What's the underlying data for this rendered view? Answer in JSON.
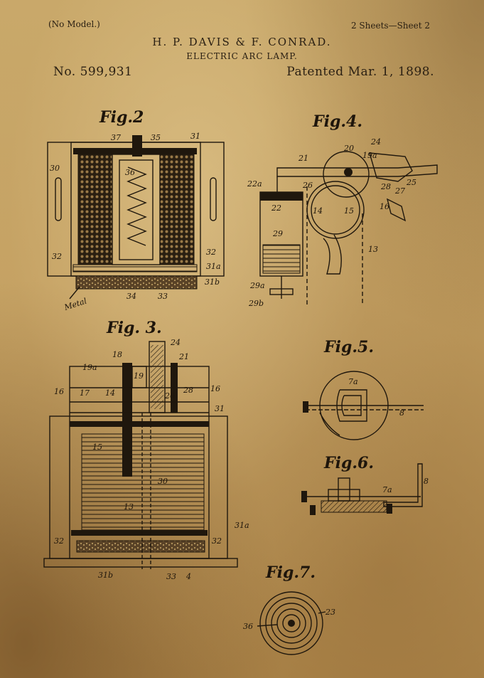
{
  "header": {
    "model_note": "(No Model.)",
    "sheets": "2 Sheets—Sheet 2",
    "inventors": "H. P. DAVIS & F. CONRAD.",
    "invention": "ELECTRIC ARC LAMP.",
    "patent_number": "No. 599,931",
    "patent_date": "Patented Mar. 1, 1898."
  },
  "figures": {
    "fig2": {
      "title": "Fig.2",
      "labels": {
        "l37": "37",
        "l35": "35",
        "l31": "31",
        "l30": "30",
        "l36": "36",
        "l32a": "32",
        "l32b": "32",
        "l31a": "31a",
        "l31b": "31b",
        "l34": "34",
        "l33": "33",
        "metal": "Metal"
      }
    },
    "fig4": {
      "title": "Fig.4.",
      "labels": {
        "l24": "24",
        "l20": "20",
        "l19a": "19a",
        "l21": "21",
        "l22a": "22a",
        "l26": "26",
        "l25": "25",
        "l27": "27",
        "l28": "28",
        "l22": "22",
        "l14": "14",
        "l15": "15",
        "l16": "16",
        "l29": "29",
        "l13": "13",
        "l29a": "29a",
        "l29b": "29b"
      }
    },
    "fig3": {
      "title": "Fig. 3.",
      "labels": {
        "l24": "24",
        "l18": "18",
        "l21": "21",
        "l19a": "19a",
        "l19": "19",
        "l26": "26",
        "l28": "28",
        "l16a": "16",
        "l17": "17",
        "l14": "14",
        "l16b": "16",
        "l31": "31",
        "l15": "15",
        "l30": "30",
        "l13": "13",
        "l31a": "31a",
        "l32a": "32",
        "l32b": "32",
        "l31b": "31b",
        "l33": "33",
        "l4": "4"
      }
    },
    "fig5": {
      "title": "Fig.5.",
      "labels": {
        "l7a": "7a",
        "l8": "8"
      }
    },
    "fig6": {
      "title": "Fig.6.",
      "labels": {
        "l8": "8",
        "l7a": "7a"
      }
    },
    "fig7": {
      "title": "Fig.7.",
      "labels": {
        "l36": "36",
        "l23": "23"
      }
    }
  }
}
